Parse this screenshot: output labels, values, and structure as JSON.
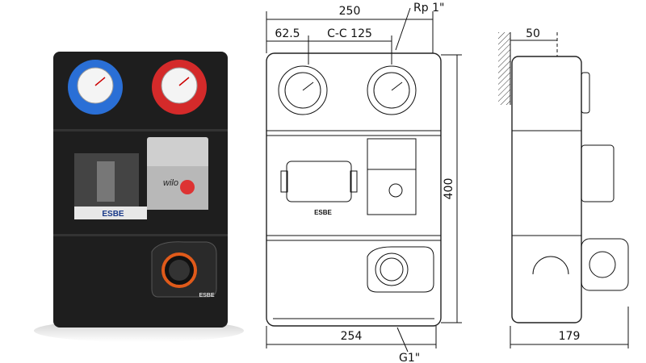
{
  "photo": {
    "pump_brand": "wilo",
    "valve_brand": "ESBE",
    "actuator_brand": "ESBE"
  },
  "front_view": {
    "width_top": "250",
    "offset_left": "62.5",
    "center_distance": "C-C 125",
    "top_connection": "Rp 1\"",
    "height": "400",
    "width_bottom": "254",
    "bottom_connection": "G1\"",
    "logo": "ESBE"
  },
  "side_view": {
    "wall_distance": "50",
    "depth": "179"
  },
  "colors": {
    "cold": "#2a6fd6",
    "hot": "#d42a2a",
    "actuator": "#e05a1a",
    "insulation": "#1c1c1c"
  }
}
